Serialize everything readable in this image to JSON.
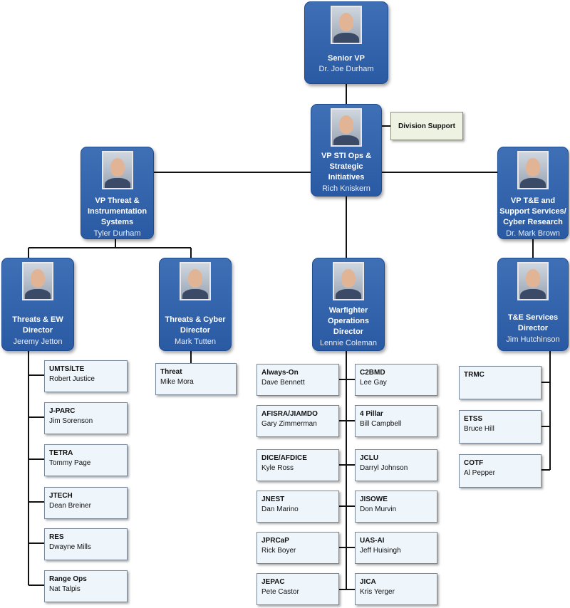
{
  "chart": {
    "senior_vp": {
      "title": "Senior VP",
      "name": "Dr. Joe Durham"
    },
    "vp_sti": {
      "title": "VP STI Ops &\nStrategic\nInitiatives",
      "name": "Rich Kniskern"
    },
    "division_support": "Division Support",
    "vp_threat": {
      "title": "VP Threat &\nInstrumentation\nSystems",
      "name": "Tyler Durham"
    },
    "vp_te": {
      "title": "VP T&E and\nSupport Services/\nCyber Research",
      "name": "Dr. Mark Brown"
    },
    "threats_ew": {
      "title": "Threats & EW\nDirector",
      "name": "Jeremy Jetton"
    },
    "threats_cyber": {
      "title": "Threats & Cyber\nDirector",
      "name": "Mark Tutten"
    },
    "warfighter": {
      "title": "Warfighter\nOperations\nDirector",
      "name": "Lennie Coleman"
    },
    "te_services": {
      "title": "T&E Services\nDirector",
      "name": "Jim Hutchinson"
    },
    "ew_units": [
      {
        "unit": "UMTS/LTE",
        "person": "Robert Justice"
      },
      {
        "unit": "J-PARC",
        "person": "Jim Sorenson"
      },
      {
        "unit": "TETRA",
        "person": "Tommy Page"
      },
      {
        "unit": "JTECH",
        "person": "Dean Breiner"
      },
      {
        "unit": "RES",
        "person": "Dwayne Mills"
      },
      {
        "unit": "Range Ops",
        "person": "Nat Talpis"
      }
    ],
    "cyber_units": [
      {
        "unit": "Threat",
        "person": "Mike Mora"
      }
    ],
    "warfighter_left": [
      {
        "unit": "Always-On",
        "person": "Dave Bennett"
      },
      {
        "unit": "AFISRA/JIAMDO",
        "person": "Gary Zimmerman"
      },
      {
        "unit": "DICE/AFDICE",
        "person": "Kyle Ross"
      },
      {
        "unit": "JNEST",
        "person": "Dan Marino"
      },
      {
        "unit": "JPRCaP",
        "person": "Rick Boyer"
      },
      {
        "unit": "JEPAC",
        "person": "Pete Castor"
      }
    ],
    "warfighter_right": [
      {
        "unit": "C2BMD",
        "person": "Lee Gay"
      },
      {
        "unit": "4 Pillar",
        "person": "Bill Campbell"
      },
      {
        "unit": "JCLU",
        "person": "Darryl Johnson"
      },
      {
        "unit": "JISOWE",
        "person": "Don Murvin"
      },
      {
        "unit": "UAS-AI",
        "person": "Jeff Huisingh"
      },
      {
        "unit": "JICA",
        "person": "Kris Yerger"
      }
    ],
    "te_units": [
      {
        "unit": "TRMC",
        "person": ""
      },
      {
        "unit": "ETSS",
        "person": "Bruce Hill"
      },
      {
        "unit": "COTF",
        "person": "Al Pepper"
      }
    ]
  }
}
